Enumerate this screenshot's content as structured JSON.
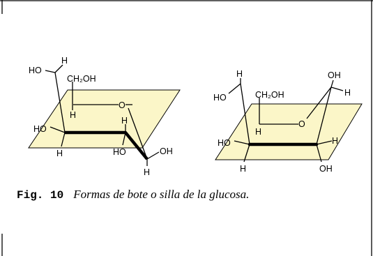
{
  "boat": {
    "labels": {
      "top_ho": "HO",
      "top_h": "H",
      "ch2oh": "CH₂OH",
      "ring_o": "O",
      "inner_h": "H",
      "left_ho": "HO",
      "left_h": "H",
      "right_h": "H",
      "bottom_ho": "HO",
      "right_oh": "OH",
      "bottom_h": "H"
    }
  },
  "chair": {
    "labels": {
      "top_h": "H",
      "left_ho": "HO",
      "ch2oh": "CH₂OH",
      "top_oh": "OH",
      "right_h": "H",
      "ring_o": "O",
      "inner_h": "H",
      "mid_ho": "HO",
      "mid_h": "H",
      "bottom_h": "H",
      "bottom_oh": "OH"
    }
  },
  "caption": {
    "fig": "Fig. 10",
    "text": "Formas de bote o silla de la glucosa."
  },
  "colors": {
    "plane": "#FBF6C8",
    "ink": "#000000"
  }
}
